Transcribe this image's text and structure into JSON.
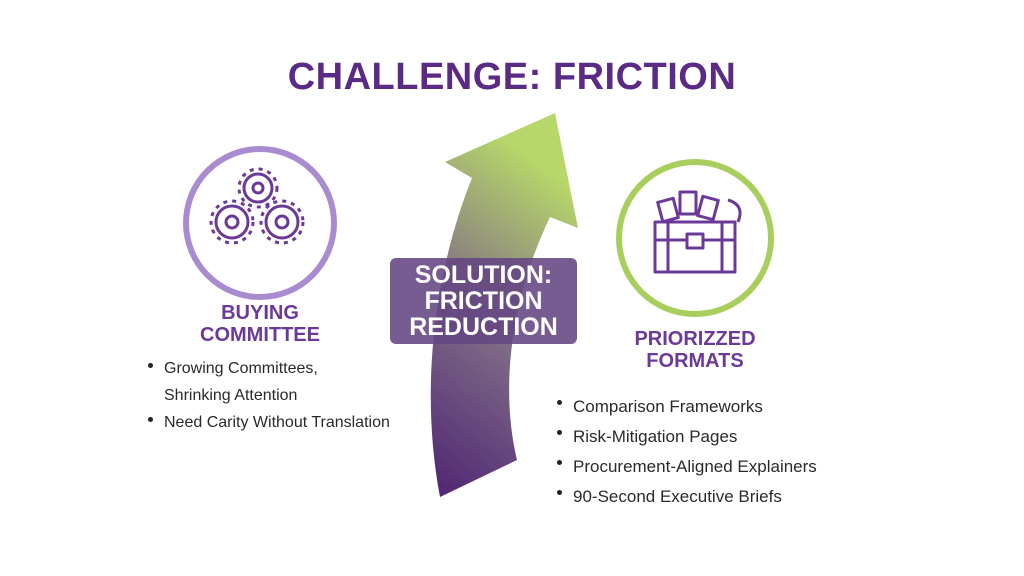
{
  "title": "CHALLENGE: FRICTION",
  "left": {
    "icon": "gears-icon",
    "heading_line1": "BUYING",
    "heading_line2": "COMMITTEE",
    "bullets": [
      "Growing Committees,",
      "Shrinking Attention",
      "Need Carity Without Translation"
    ]
  },
  "center": {
    "line1": "SOLUTION:",
    "line2": "FRICTION",
    "line3": "REDUCTION"
  },
  "right": {
    "icon": "treasure-chest-icon",
    "heading_line1": "PRIORIZZED",
    "heading_line2": "FORMATS",
    "bullets": [
      "Comparison Frameworks",
      "Risk-Mitigation Pages",
      "Procurement-Aligned Explainers",
      "90-Second Executive Briefs"
    ]
  },
  "colors": {
    "purple": "#5a2a85",
    "light_purple": "#a98bd0",
    "green": "#a8cf5e"
  }
}
